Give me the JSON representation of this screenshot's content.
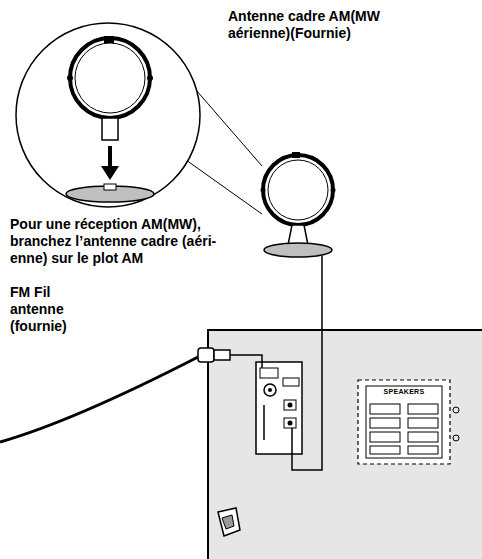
{
  "diagram": {
    "labels": [
      "Antenne cadre AM(MW aérienne)(Fournie)",
      "Pour une réception AM(MW), branchez l’antenne cadre (aéri-enne) sur le plot AM",
      "FM Fil antenne (fournie)",
      "SPEAKERS"
    ]
  }
}
